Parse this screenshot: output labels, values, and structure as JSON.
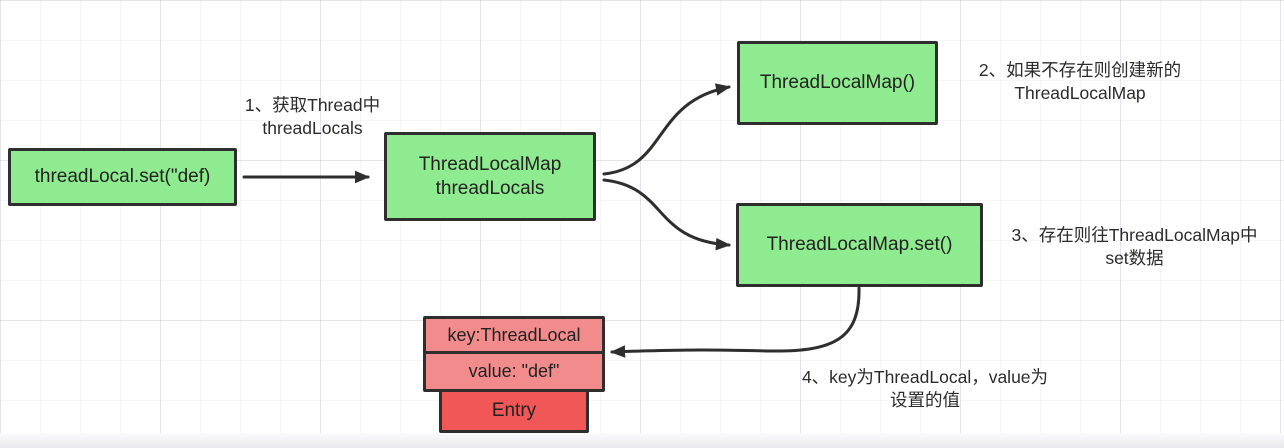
{
  "diagram": {
    "nodes": {
      "thread_local_set": {
        "label": "threadLocal.set(\"def)"
      },
      "thread_locals": {
        "label": "ThreadLocalMap\nthreadLocals"
      },
      "thread_local_map_ctor": {
        "label": "ThreadLocalMap()"
      },
      "thread_local_map_set": {
        "label": "ThreadLocalMap.set()"
      },
      "entry_key": {
        "label": "key:ThreadLocal"
      },
      "entry_value": {
        "label": "value: \"def\""
      },
      "entry": {
        "label": "Entry"
      }
    },
    "annotations": {
      "step1": "1、获取Thread中\nthreadLocals",
      "step2": "2、如果不存在则创建新的\nThreadLocalMap",
      "step3": "3、存在则往ThreadLocalMap中\nset数据",
      "step4": "4、key为ThreadLocal，value为\n设置的值"
    },
    "colors": {
      "canvas": "#FFFFFF",
      "node_green": "#8FEB8F",
      "node_pink": "#F28C8C",
      "node_red": "#F25757",
      "border": "#2E2E2E",
      "arrow": "#2E2E2E",
      "text": "#222222"
    }
  }
}
